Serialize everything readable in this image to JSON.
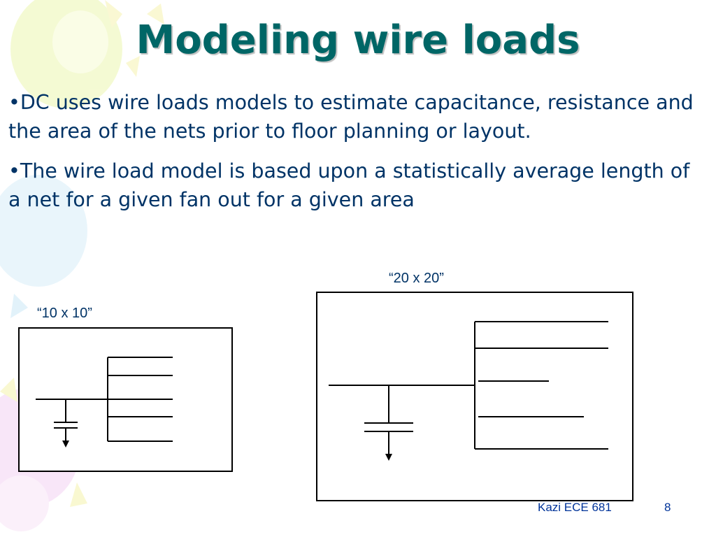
{
  "slide": {
    "title": "Modeling wire loads",
    "bullets": [
      {
        "marker": "•",
        "text": "DC uses wire loads models to estimate capacitance, resistance and the area of the nets prior to floor planning or layout."
      },
      {
        "marker": "•",
        "text": "The wire load model is based upon a statistically average length of a net for a given fan out for a given area"
      }
    ],
    "diagrams": {
      "small_label": "“10 x 10”",
      "large_label": "“20 x 20”"
    },
    "footer": {
      "author": "Kazi ECE 681",
      "page_number": "8"
    }
  },
  "colors": {
    "title": "#006666",
    "body_text": "#003366",
    "footer": "#003399"
  }
}
